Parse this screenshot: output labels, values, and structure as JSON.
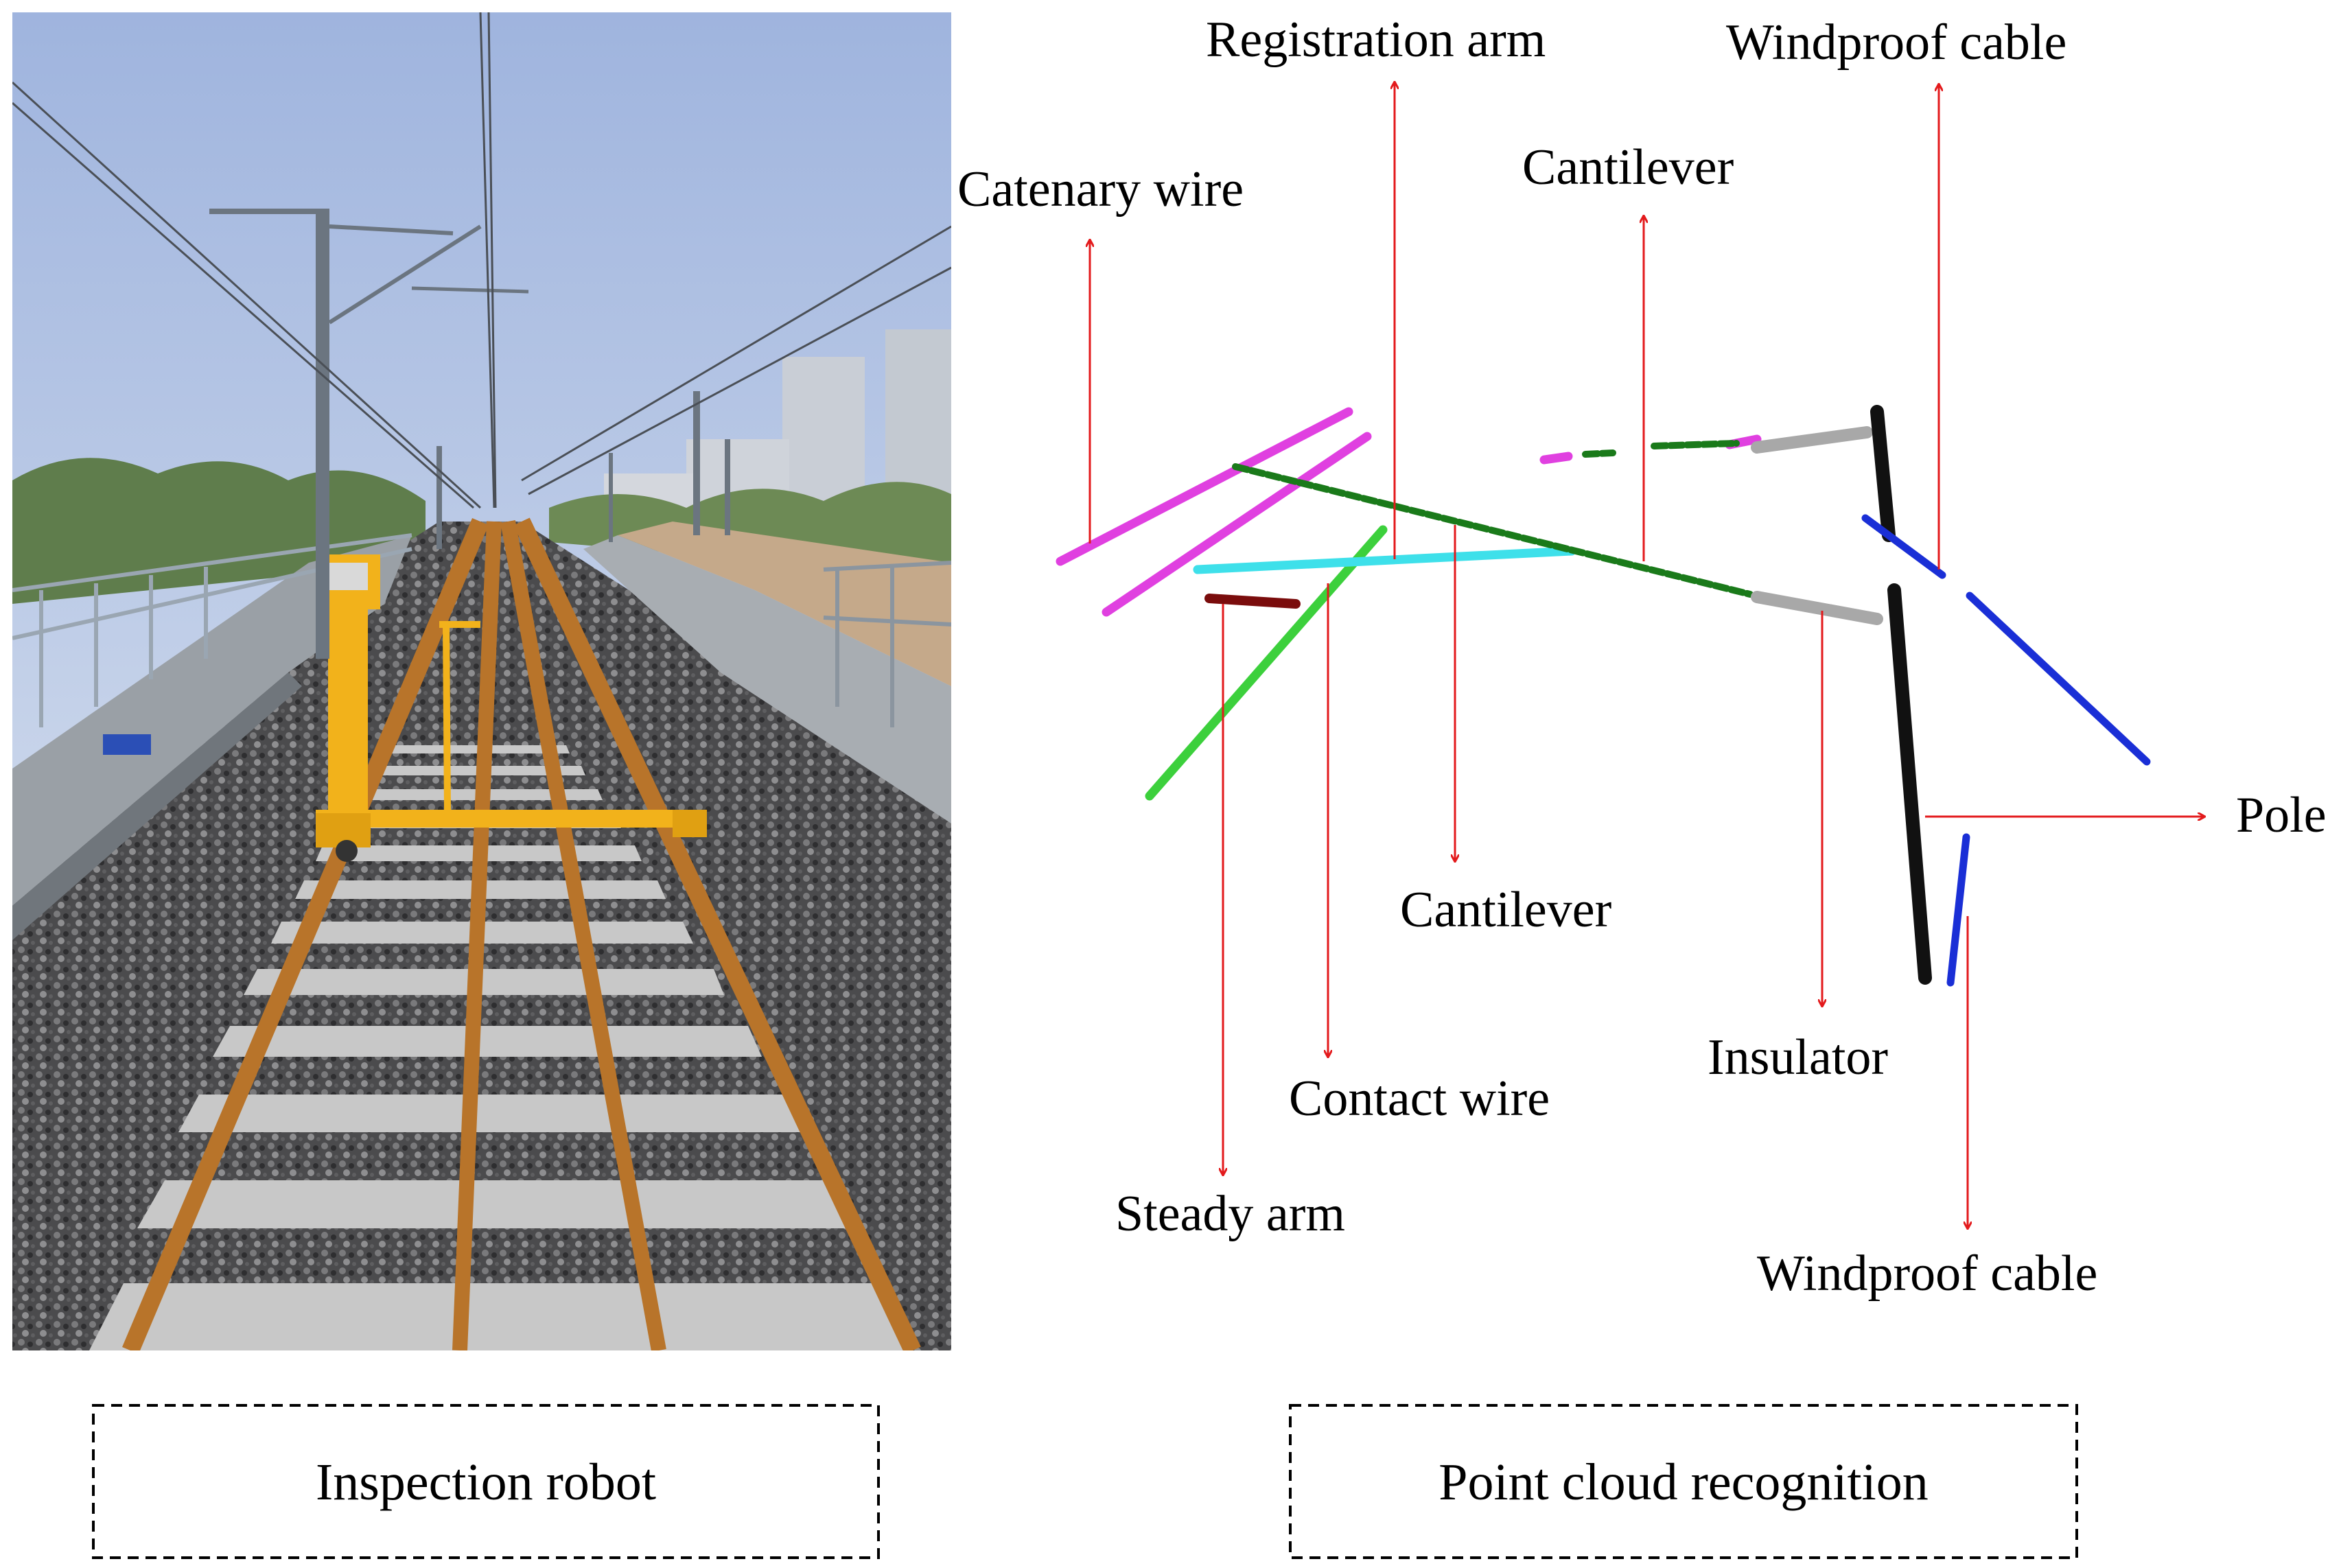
{
  "photo_caption": "Inspection robot",
  "cloud_caption": "Point cloud recognition",
  "labels": {
    "registration_arm": "Registration arm",
    "windproof_cable_top": "Windproof cable",
    "catenary_wire": "Catenary wire",
    "cantilever_top": "Cantilever",
    "pole": "Pole",
    "cantilever_bottom": "Cantilever",
    "insulator": "Insulator",
    "contact_wire": "Contact wire",
    "steady_arm": "Steady arm",
    "windproof_cable_bottom": "Windproof cable"
  },
  "colors": {
    "arrow": "#e31a1c",
    "catenary_wire": "#e040e0",
    "cantilever": "#1a7a1a",
    "registration_arm": "#3cd03c",
    "contact_wire": "#3ee0ea",
    "steady_arm": "#7a0c0c",
    "insulator": "#a8a8a8",
    "pole": "#111111",
    "windproof_cable": "#1a2fd6",
    "sky": "#c7d7ef",
    "ballast": "#4a4a4c",
    "rail": "#b8742a",
    "robot": "#f2b21b"
  }
}
